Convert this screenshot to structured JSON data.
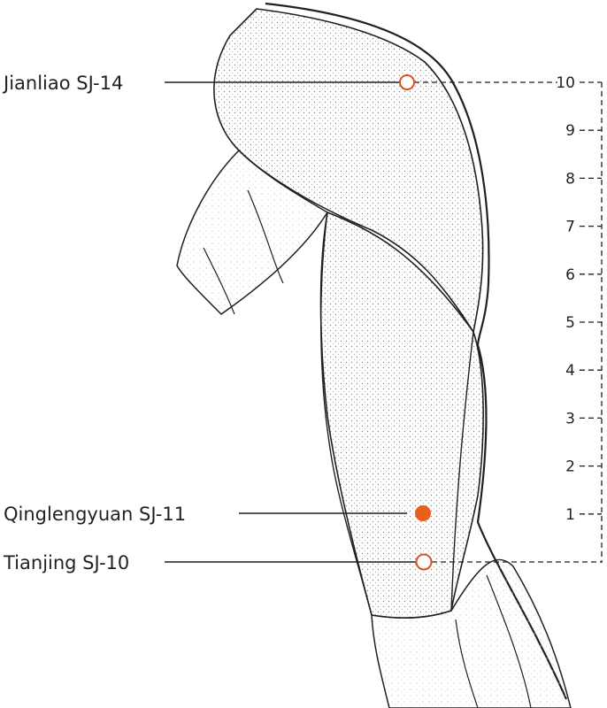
{
  "points": [
    {
      "label": "Jianliao SJ-14",
      "marker": "open",
      "scale_level": 10
    },
    {
      "label": "Qinglengyuan SJ-11",
      "marker": "filled",
      "scale_level": 1
    },
    {
      "label": "Tianjing SJ-10",
      "marker": "open",
      "scale_level": 0
    }
  ],
  "scale": {
    "ticks": [
      "10",
      "9",
      "8",
      "7",
      "6",
      "5",
      "4",
      "3",
      "2",
      "1"
    ]
  },
  "colors": {
    "marker_open_stroke": "#d9541e",
    "marker_filled": "#e8601c",
    "ink": "#231f20",
    "stipple": "#8a8a8a"
  }
}
